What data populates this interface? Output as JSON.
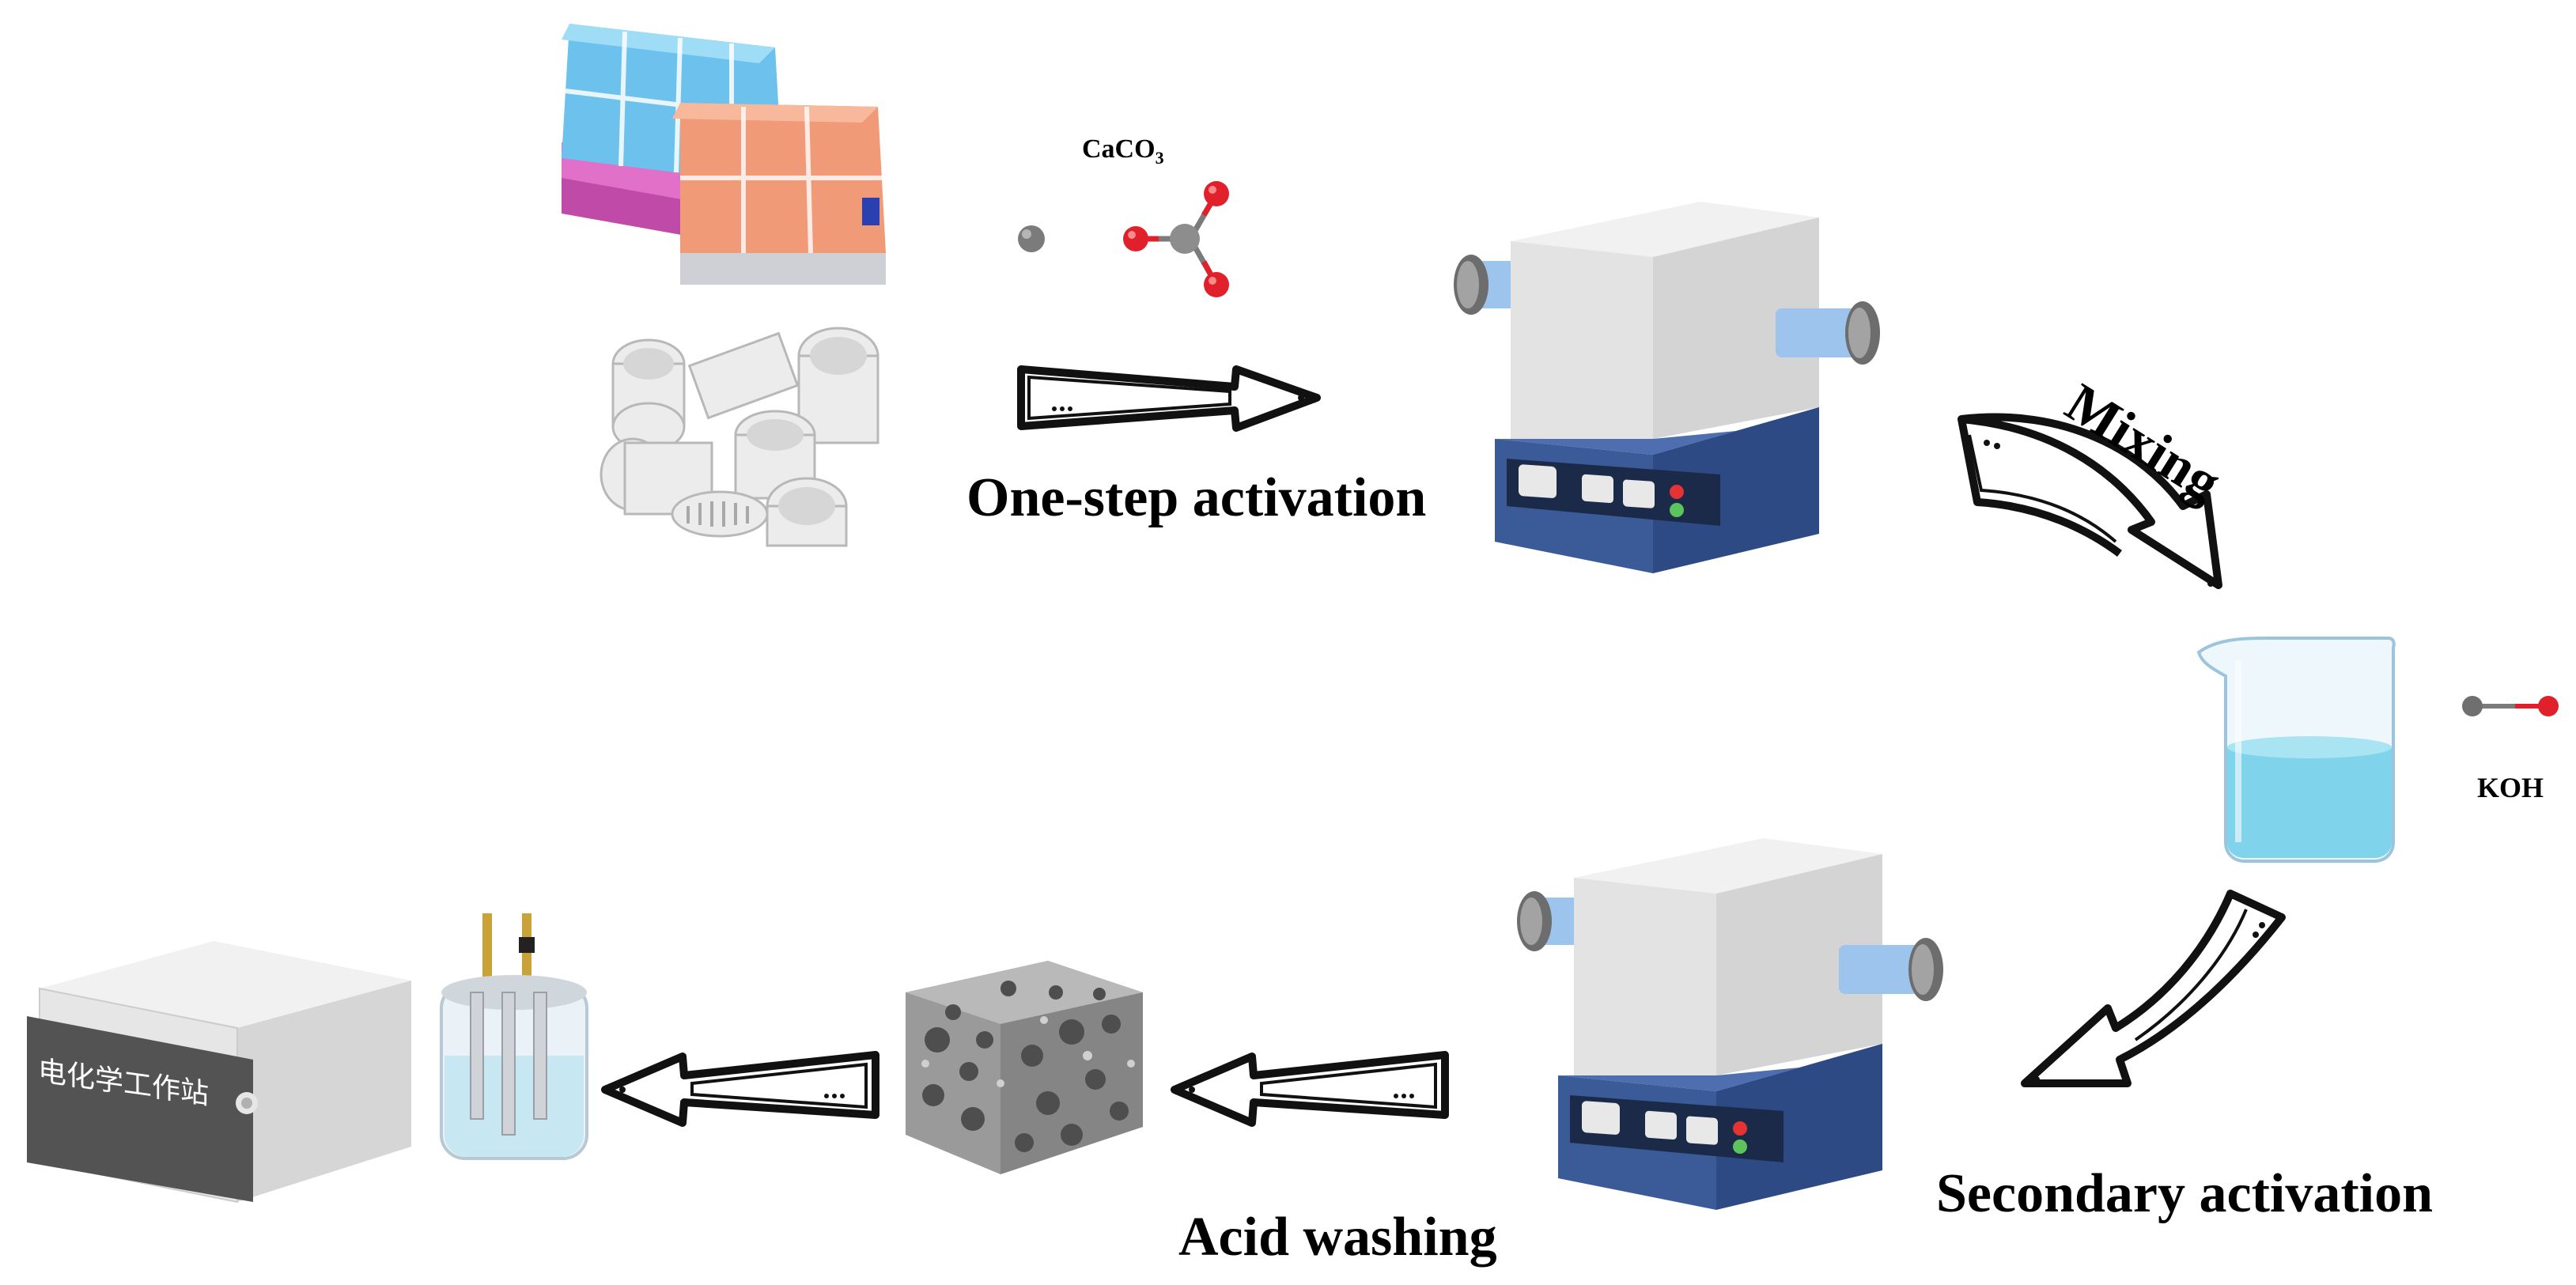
{
  "labels": {
    "step1": "One-step activation",
    "mixing": "Mixing",
    "step2": "Secondary activation",
    "acid": "Acid washing",
    "caco3_prefix": "CaCO",
    "caco3_sub": "3",
    "koh": "KOH",
    "workstation": "电化学工作站"
  },
  "colors": {
    "furnace_blue": "#3b5a98",
    "furnace_body": "#e3e3e3",
    "liquid": "#7fd3ea",
    "oxygen": "#e0202a",
    "carbon": "#7b7b7b"
  }
}
